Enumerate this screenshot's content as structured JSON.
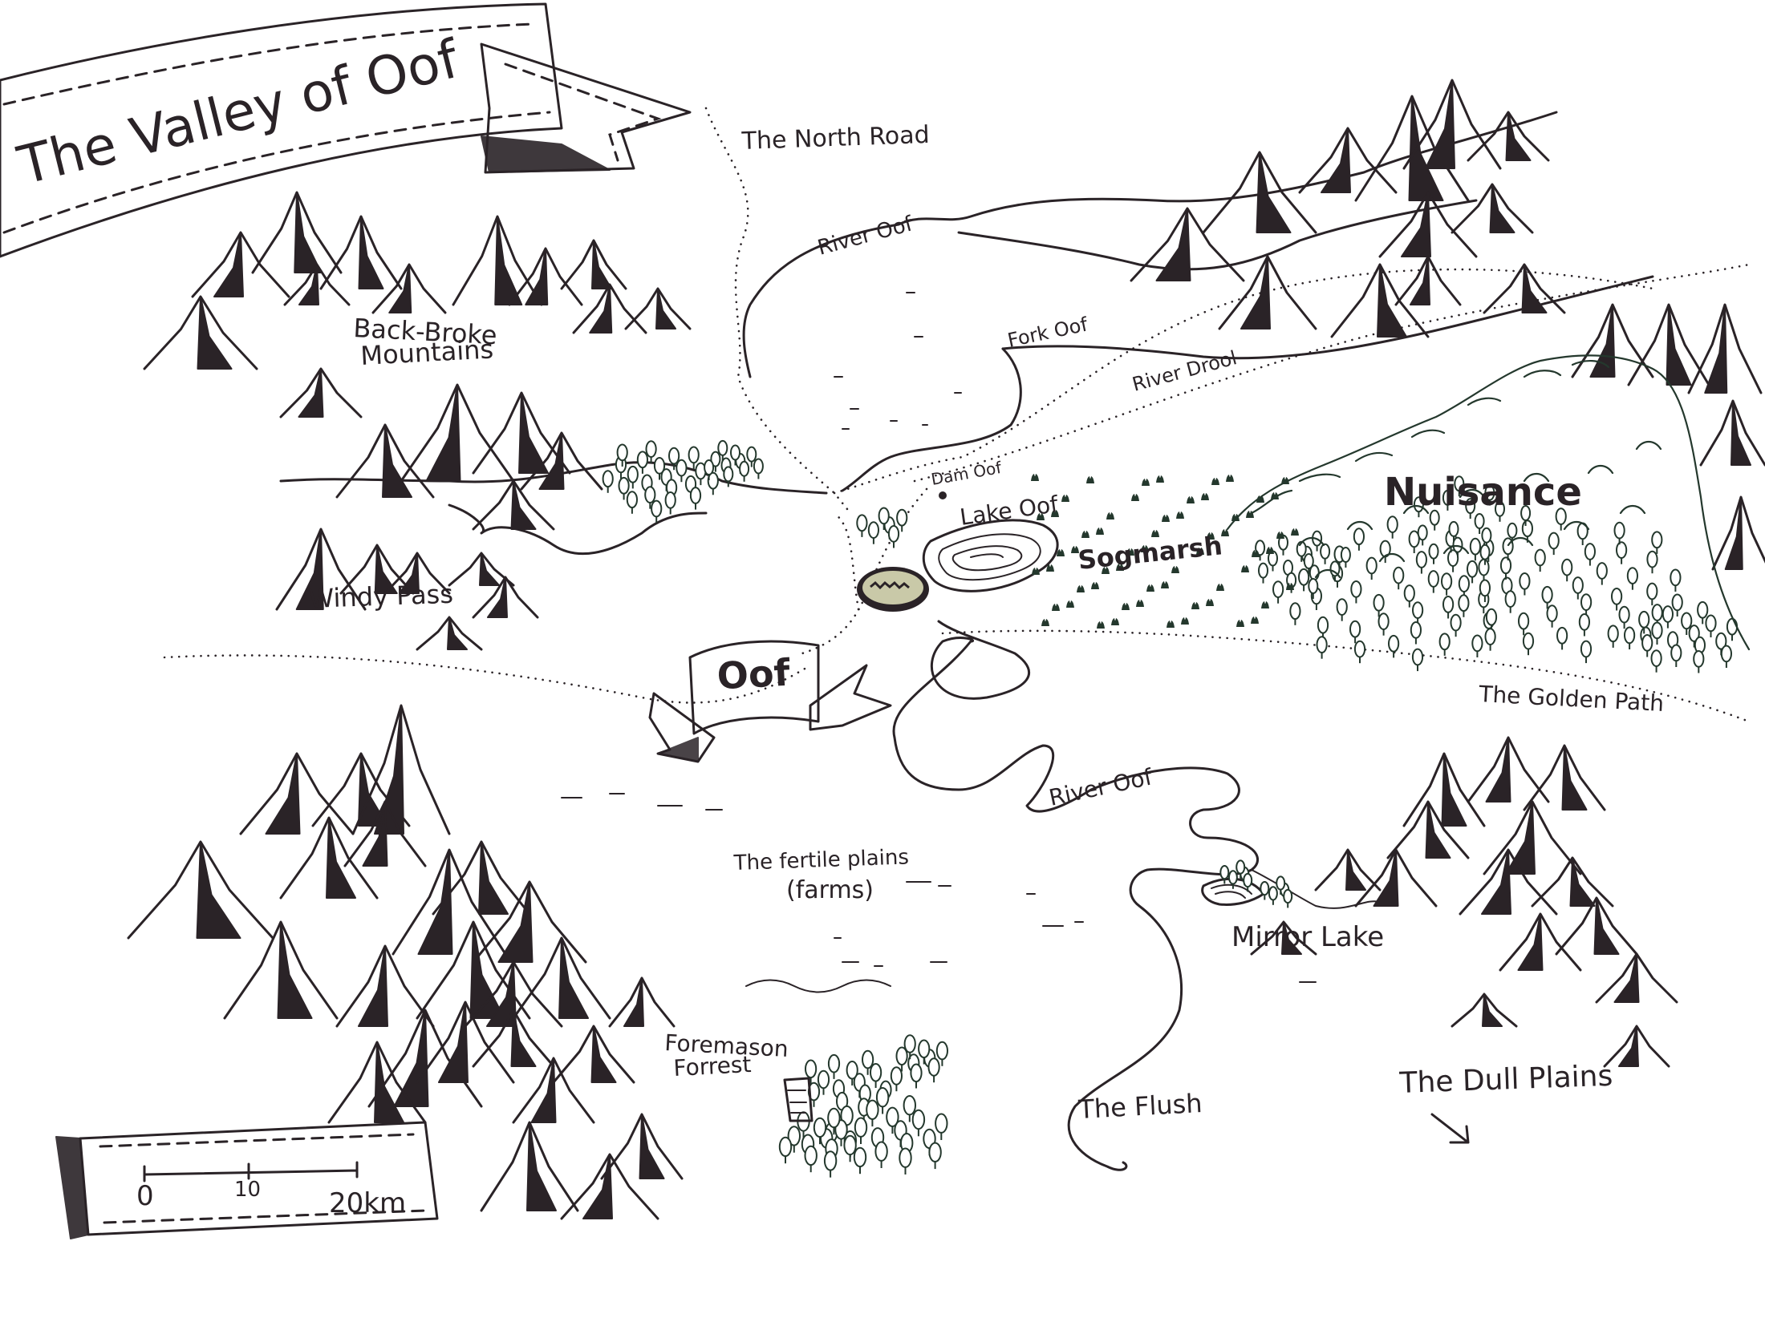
{
  "title": "The Valley of Oof",
  "town": "Oof",
  "labels": {
    "north_road": "The North Road",
    "river_oof_north": "River Oof",
    "fork_oof": "Fork Oof",
    "river_drool": "River Drool",
    "back_broke_1": "Back-Broke",
    "back_broke_2": "Mountains",
    "dam_oof": "Dam Oof",
    "lake_oof": "Lake Oof",
    "sogmarsh": "Sogmarsh",
    "nuisance": "Nuisance",
    "windy_pass": "Windy Pass",
    "golden_path": "The Golden Path",
    "river_oof_south": "River Oof",
    "fertile_1": "The fertile plains",
    "fertile_2": "(farms)",
    "mirror_lake": "Mirror Lake",
    "foremason_1": "Foremason",
    "foremason_2": "Forrest",
    "the_flush": "The Flush",
    "dull_plains": "The Dull Plains"
  },
  "scale_bar": {
    "tick_0": "0",
    "tick_10": "10",
    "tick_20": "20km"
  },
  "colors": {
    "ink": "#2a2327",
    "trees": "#24382d",
    "paper": "#ffffff"
  },
  "icons": [
    "mountain-icon",
    "tree-icon",
    "marsh-tuft-icon",
    "compass-arrow-icon"
  ]
}
